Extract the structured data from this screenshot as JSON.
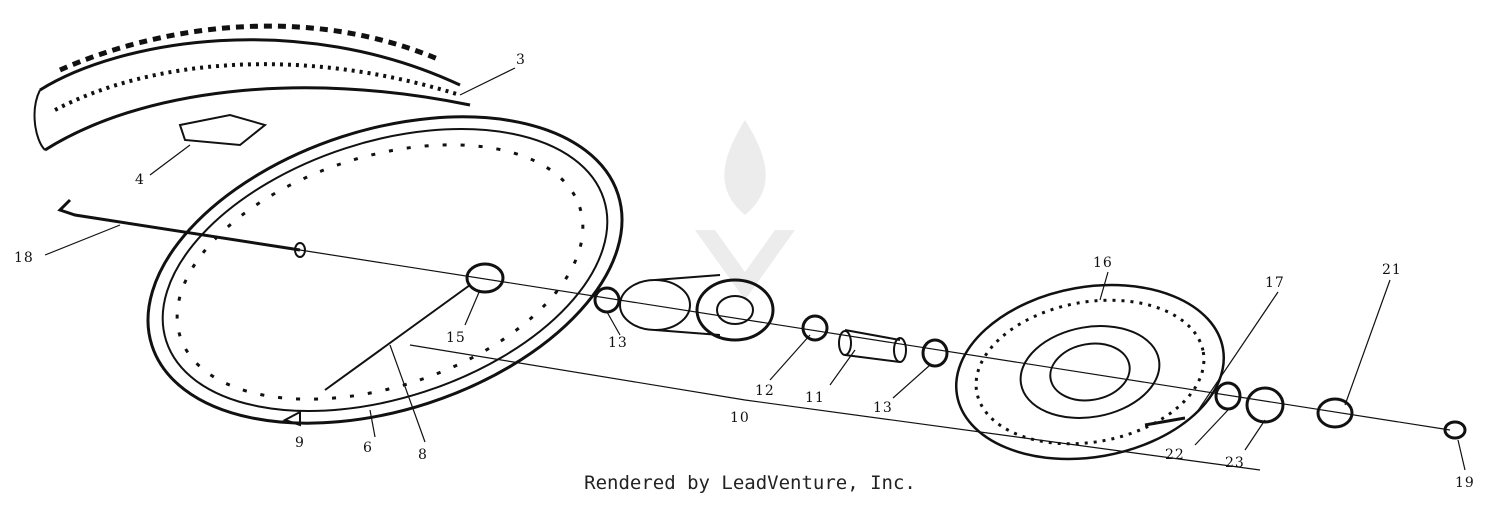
{
  "diagram": {
    "callouts": [
      "3",
      "4",
      "18",
      "15",
      "13",
      "12",
      "11",
      "13",
      "10",
      "16",
      "17",
      "21",
      "22",
      "23",
      "19",
      "9",
      "6",
      "8"
    ],
    "watermark": "LEADVENTURE",
    "colors": {
      "line": "#111111",
      "watermark": "#e6e6e6"
    }
  },
  "footer": {
    "text": "Rendered by LeadVenture, Inc."
  }
}
